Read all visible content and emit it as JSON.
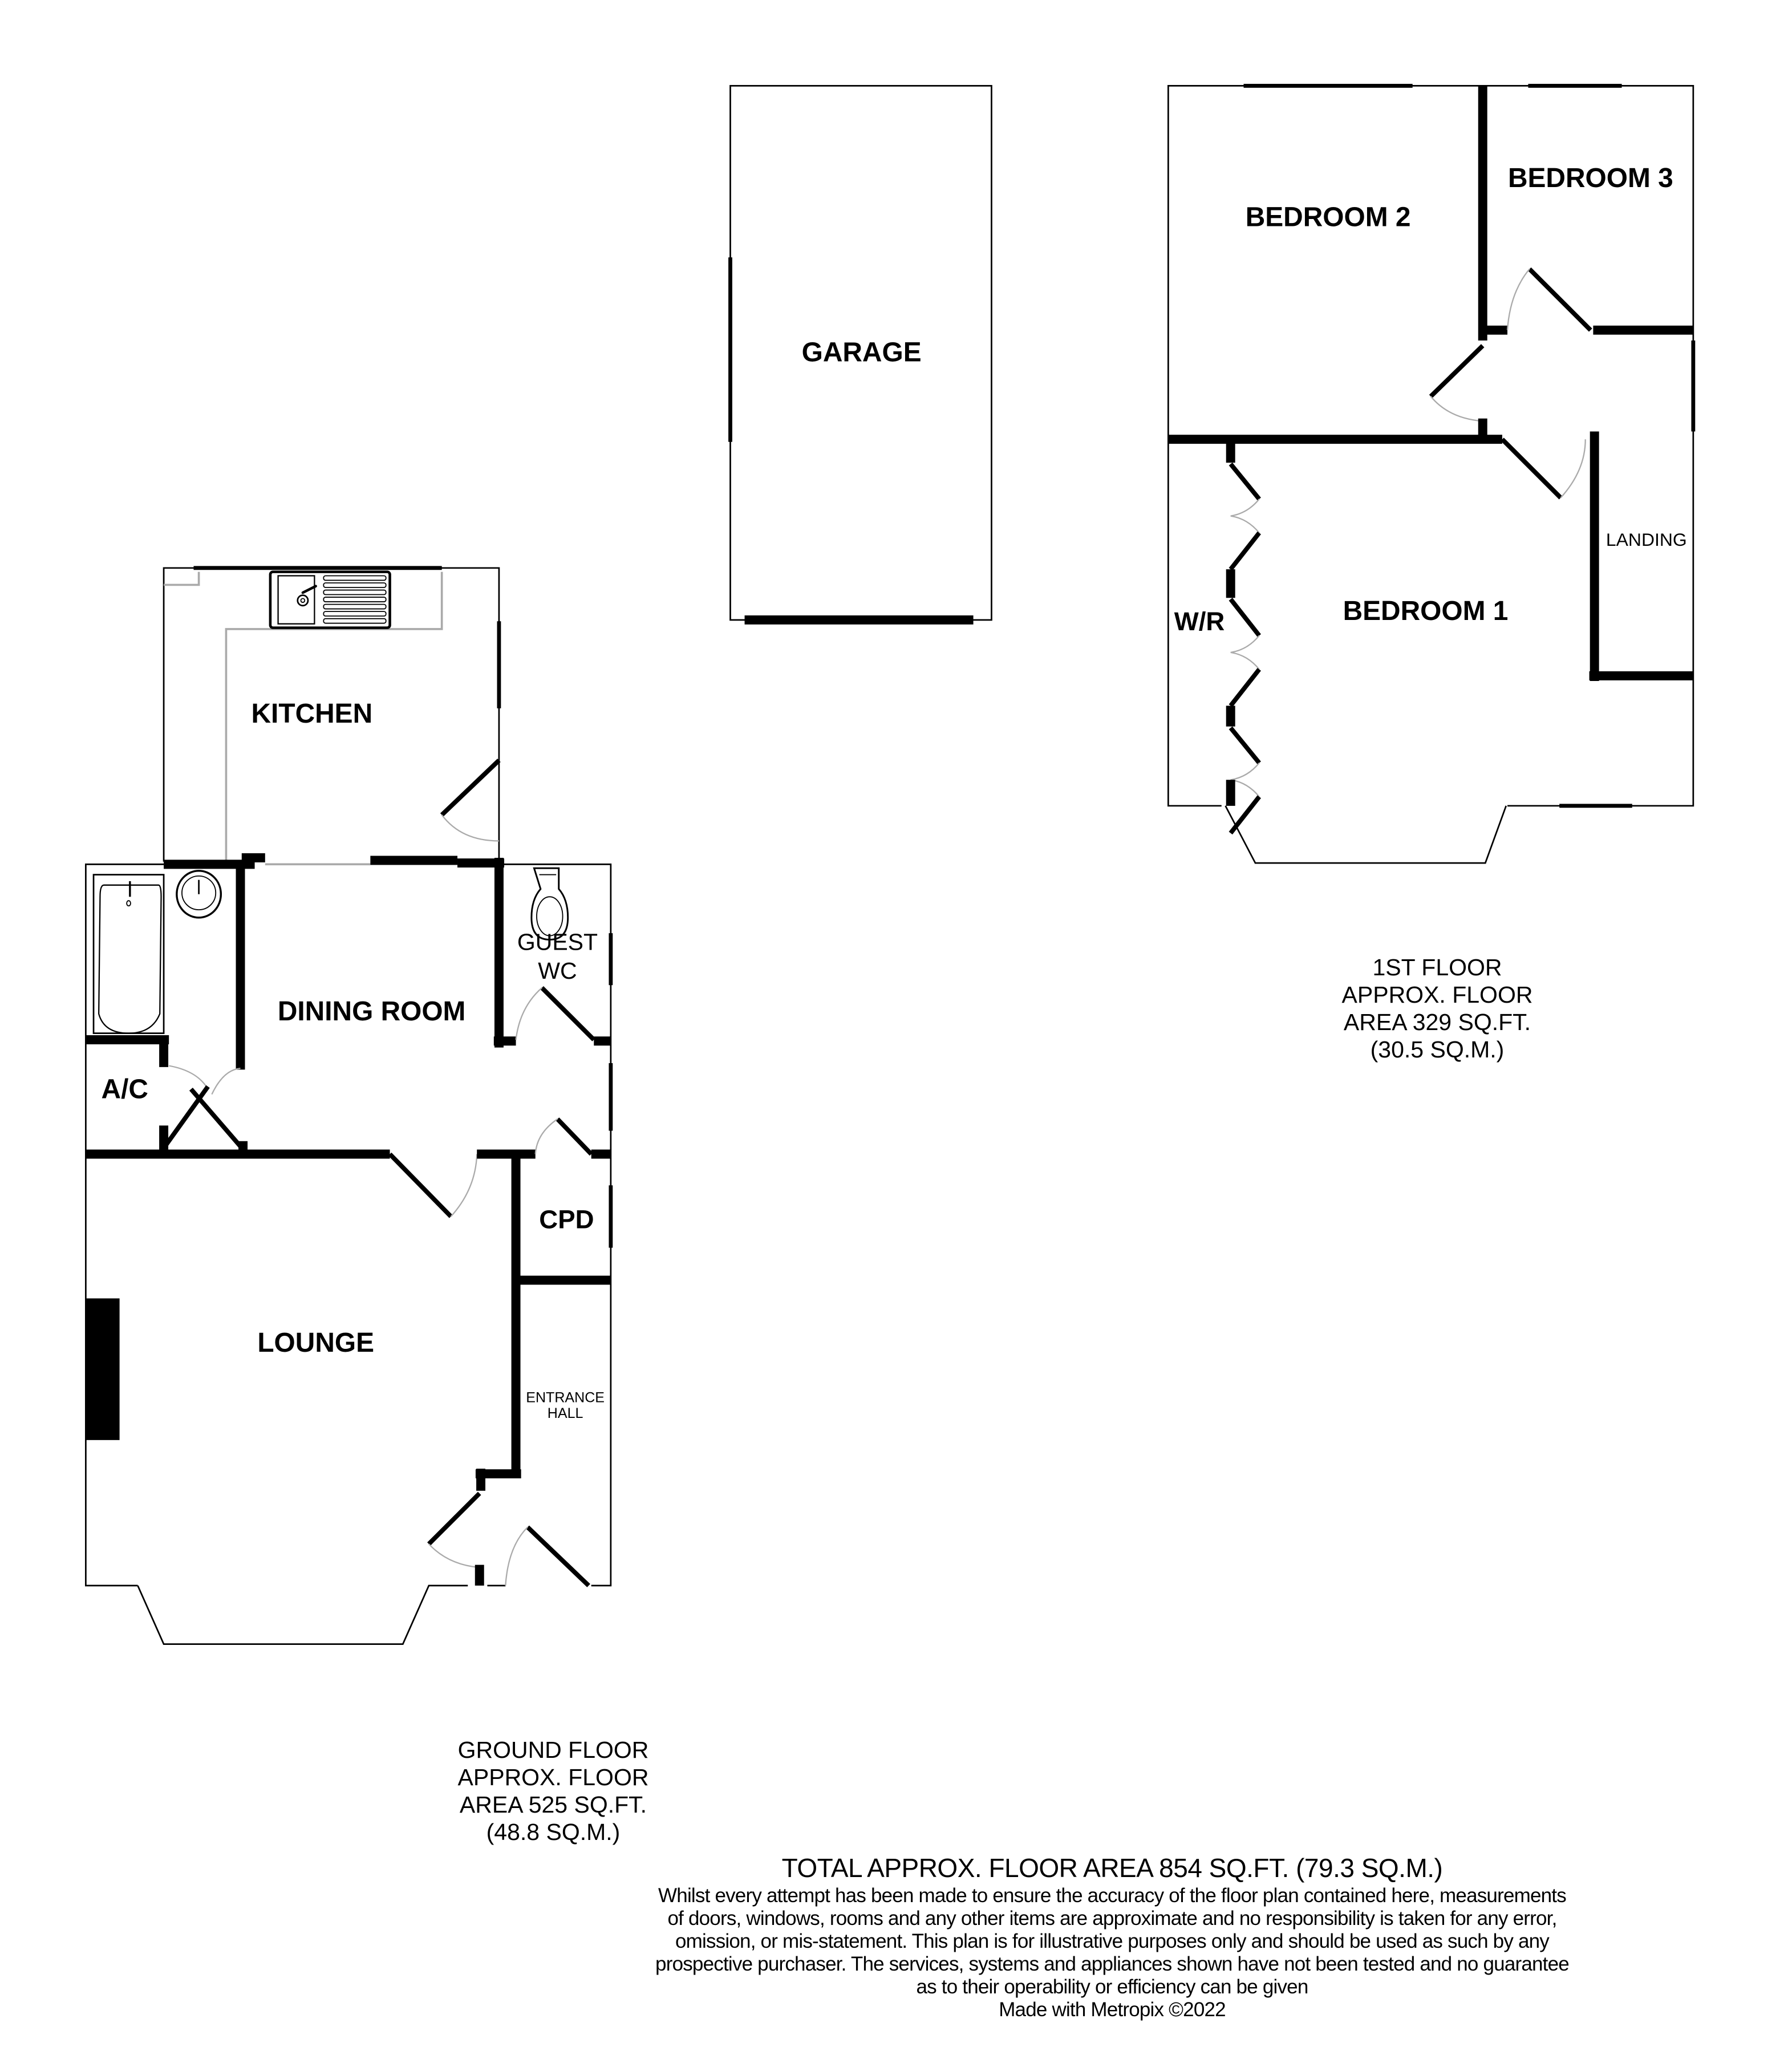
{
  "rooms": {
    "garage": "GARAGE",
    "kitchen": "KITCHEN",
    "dining_room": "DINING ROOM",
    "guest_wc_line1": "GUEST",
    "guest_wc_line2": "WC",
    "ac": "A/C",
    "cpd": "CPD",
    "lounge": "LOUNGE",
    "entrance_hall_line1": "ENTRANCE",
    "entrance_hall_line2": "HALL",
    "bedroom_1": "BEDROOM 1",
    "bedroom_2": "BEDROOM 2",
    "bedroom_3": "BEDROOM 3",
    "landing": "LANDING",
    "wardrobe": "W/R"
  },
  "ground_floor": {
    "line1": "GROUND FLOOR",
    "line2": "APPROX. FLOOR",
    "line3": "AREA 525 SQ.FT.",
    "line4": "(48.8 SQ.M.)"
  },
  "first_floor": {
    "line1": "1ST FLOOR",
    "line2": "APPROX. FLOOR",
    "line3": "AREA 329 SQ.FT.",
    "line4": "(30.5 SQ.M.)"
  },
  "footer": {
    "total": "TOTAL APPROX. FLOOR AREA 854 SQ.FT. (79.3 SQ.M.)",
    "disclaimer_lines": [
      "Whilst every attempt has been made to ensure the accuracy of the floor plan contained here, measurements",
      "of doors, windows, rooms and any other items are approximate and no responsibility is taken for any error,",
      "omission, or mis-statement. This plan is for illustrative purposes only and should be used as such by any",
      "prospective purchaser. The services, systems and appliances shown have not been tested and no guarantee",
      "as to their operability or efficiency can be given"
    ],
    "credit": "Made with Metropix ©2022"
  }
}
